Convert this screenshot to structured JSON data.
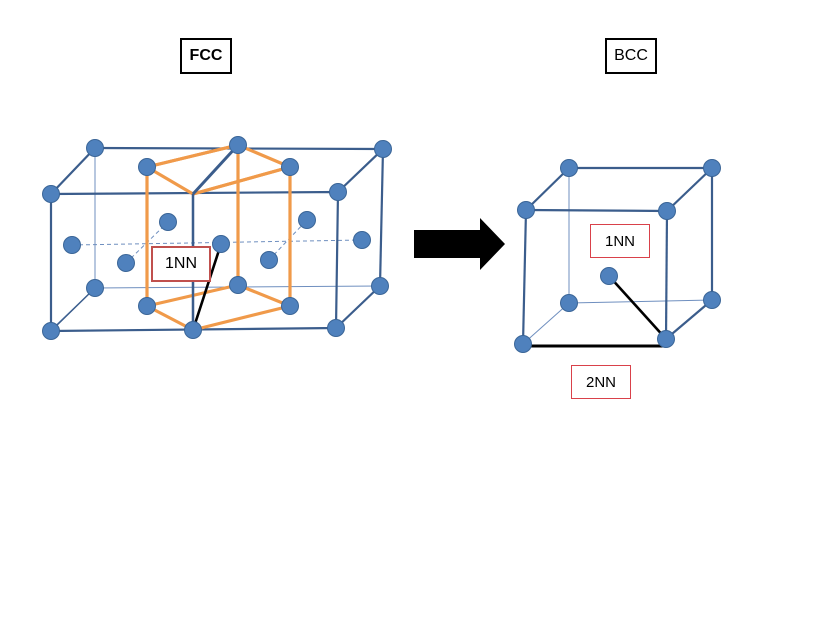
{
  "fcc": {
    "title": "FCC",
    "nn1_label": "1NN"
  },
  "bcc": {
    "title": "BCC",
    "nn1_label": "1NN",
    "nn2_label": "2NN"
  },
  "colors": {
    "atom": "#4f81bd",
    "atom_outline": "#3a6597",
    "cell_edge": "#3b5d8c",
    "hcp_edge": "#f09a4a",
    "neighbor_line": "#000000",
    "label_border": "#d9414a",
    "arrow": "#000000"
  },
  "icons": {
    "transition_arrow": "right-arrow-icon"
  }
}
